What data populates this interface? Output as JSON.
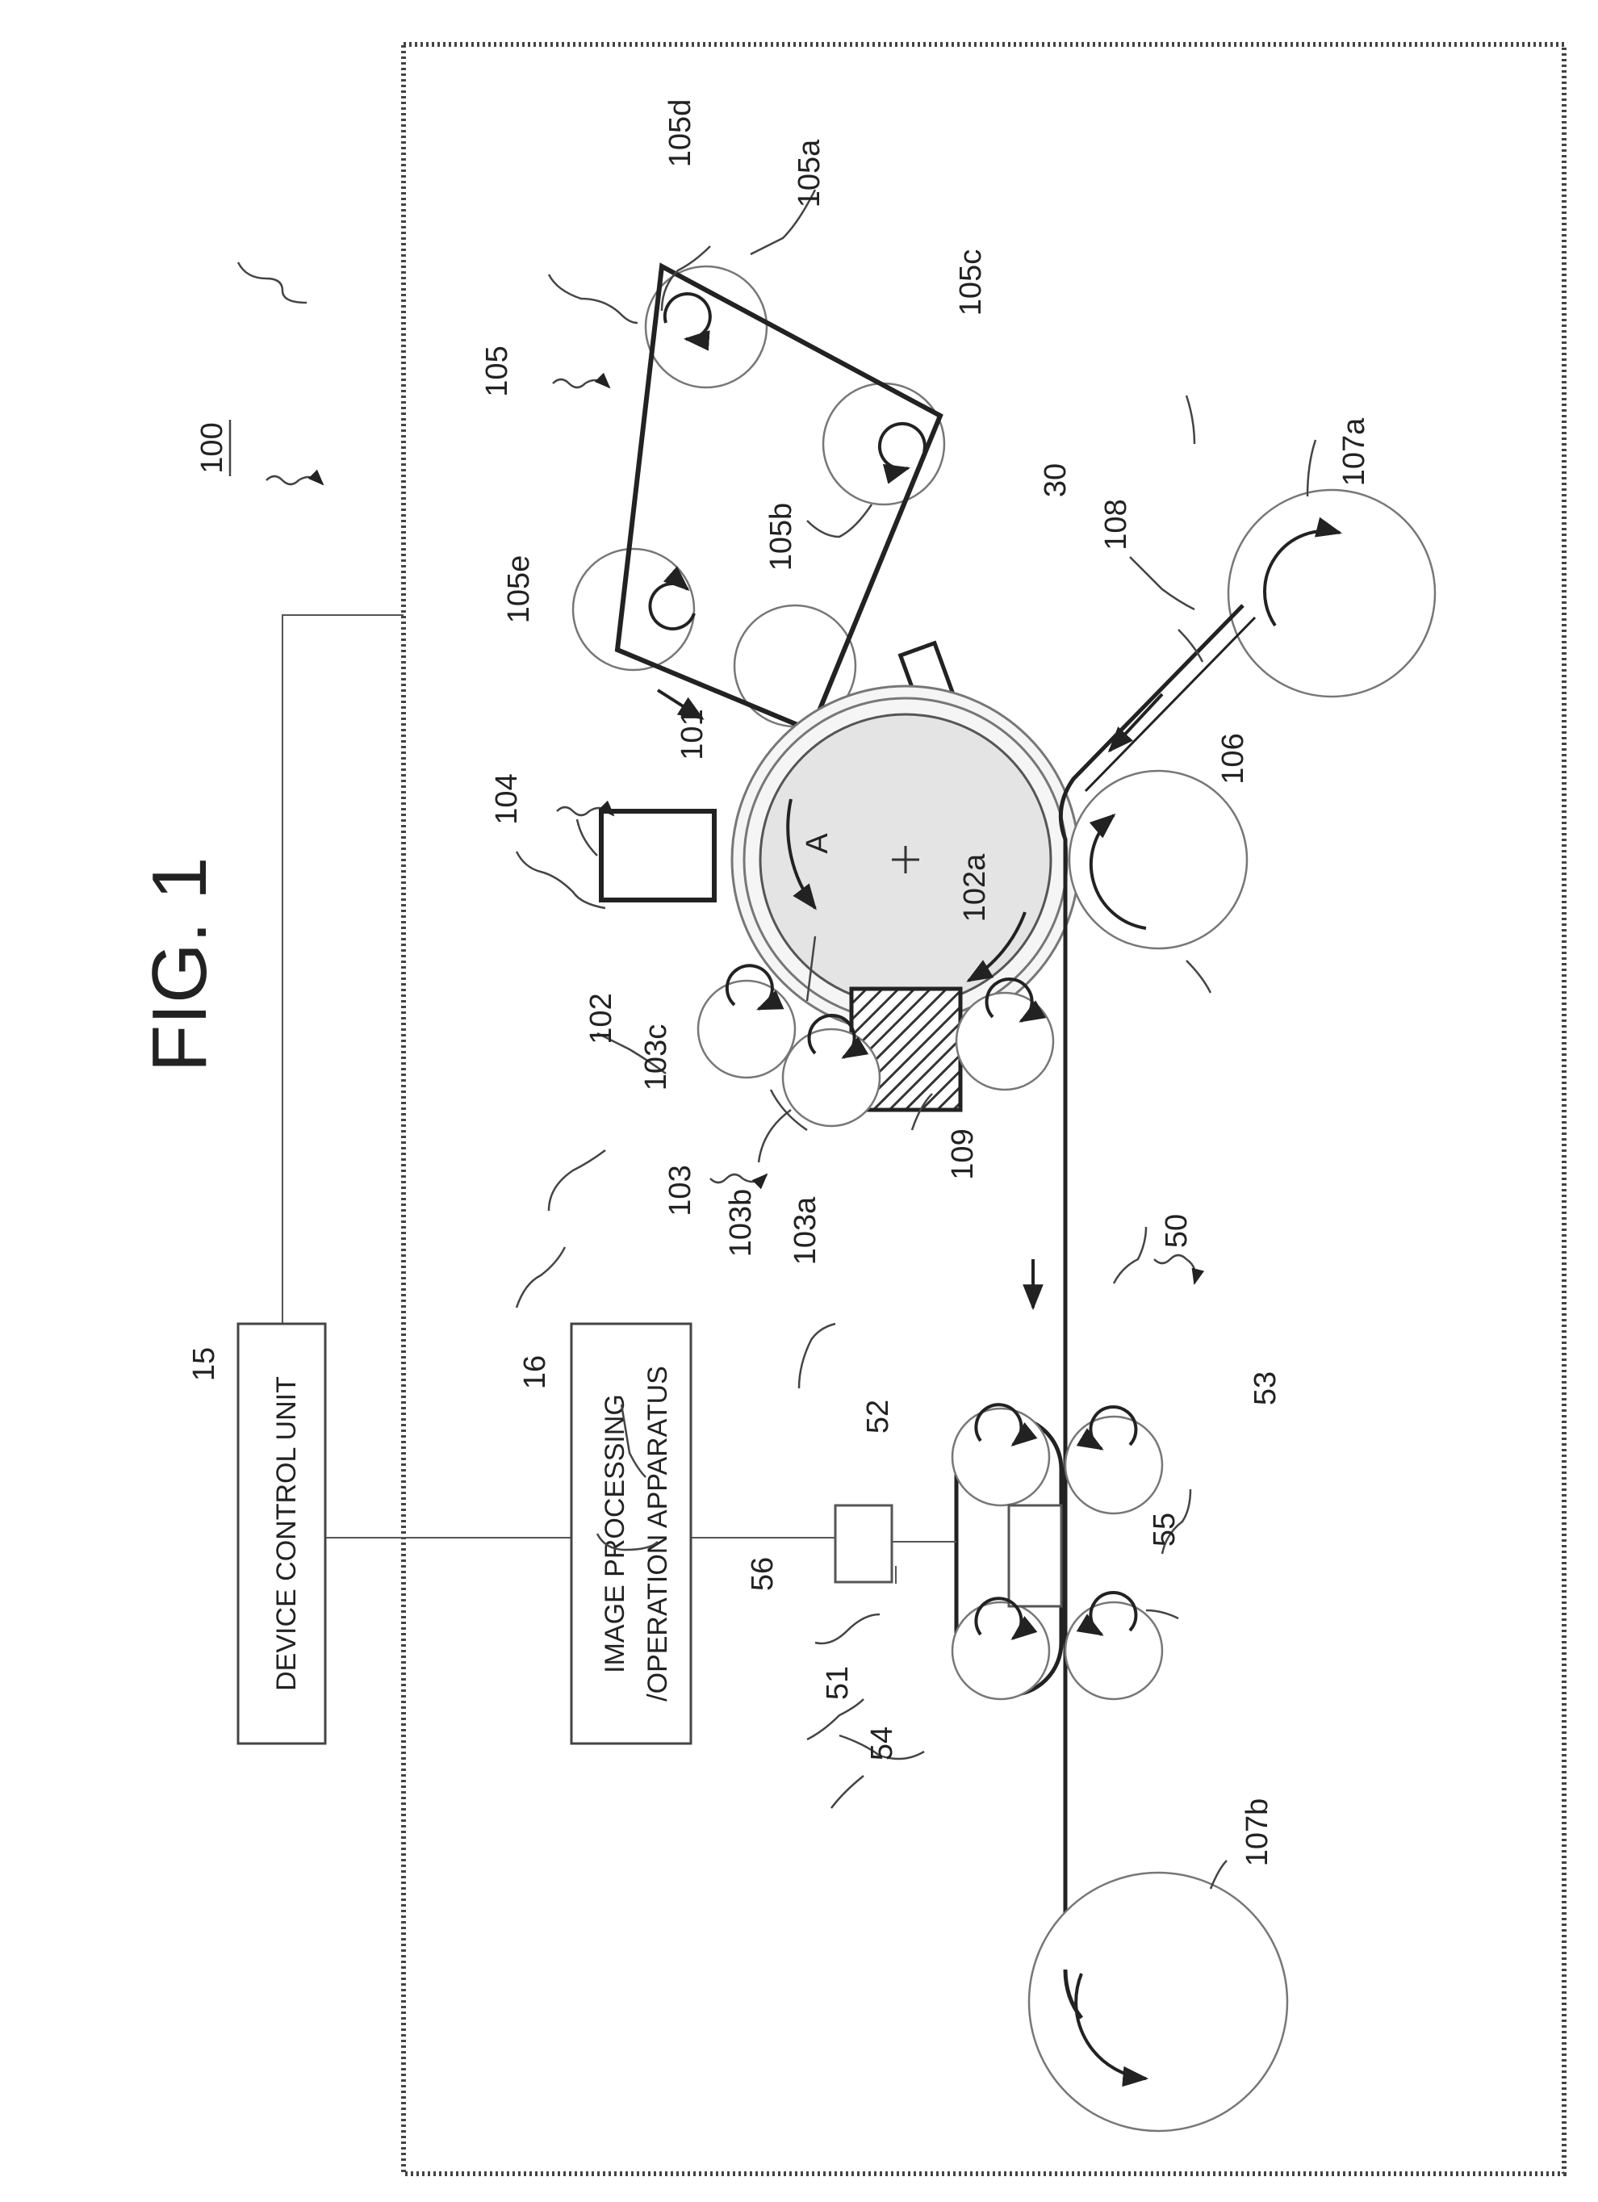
{
  "figure_title": "FIG. 1",
  "box_labels": {
    "device_control_unit": "DEVICE CONTROL UNIT",
    "image_processing_line1": "IMAGE PROCESSING",
    "image_processing_line2": "/OPERATION APPARATUS"
  },
  "reference_labels": {
    "apparatus": "100",
    "device_control": "15",
    "image_processing": "16",
    "photoreceptor": "101",
    "drum": "102",
    "drum_center": "102a",
    "arrow_a": "A",
    "developer": "103",
    "developer_box": "103a",
    "developer_roller_b": "103b",
    "developer_roller_c": "103c",
    "exposure_unit": "104",
    "belt_unit": "105",
    "belt": "105a",
    "roller_b": "105b",
    "roller_c": "105c",
    "roller_d": "105d",
    "roller_e": "105e",
    "pressure_roller": "106",
    "supply_roll": "107a",
    "takeup_roll": "107b",
    "medium": "108",
    "cleaner_roller": "109",
    "sensor": "30",
    "inspection_unit": "50",
    "conveyor_belt": "51",
    "conveyor_roller_52": "52",
    "nip_roller_53": "53",
    "conveyor_roller_54": "54",
    "camera": "55",
    "controller": "56"
  }
}
